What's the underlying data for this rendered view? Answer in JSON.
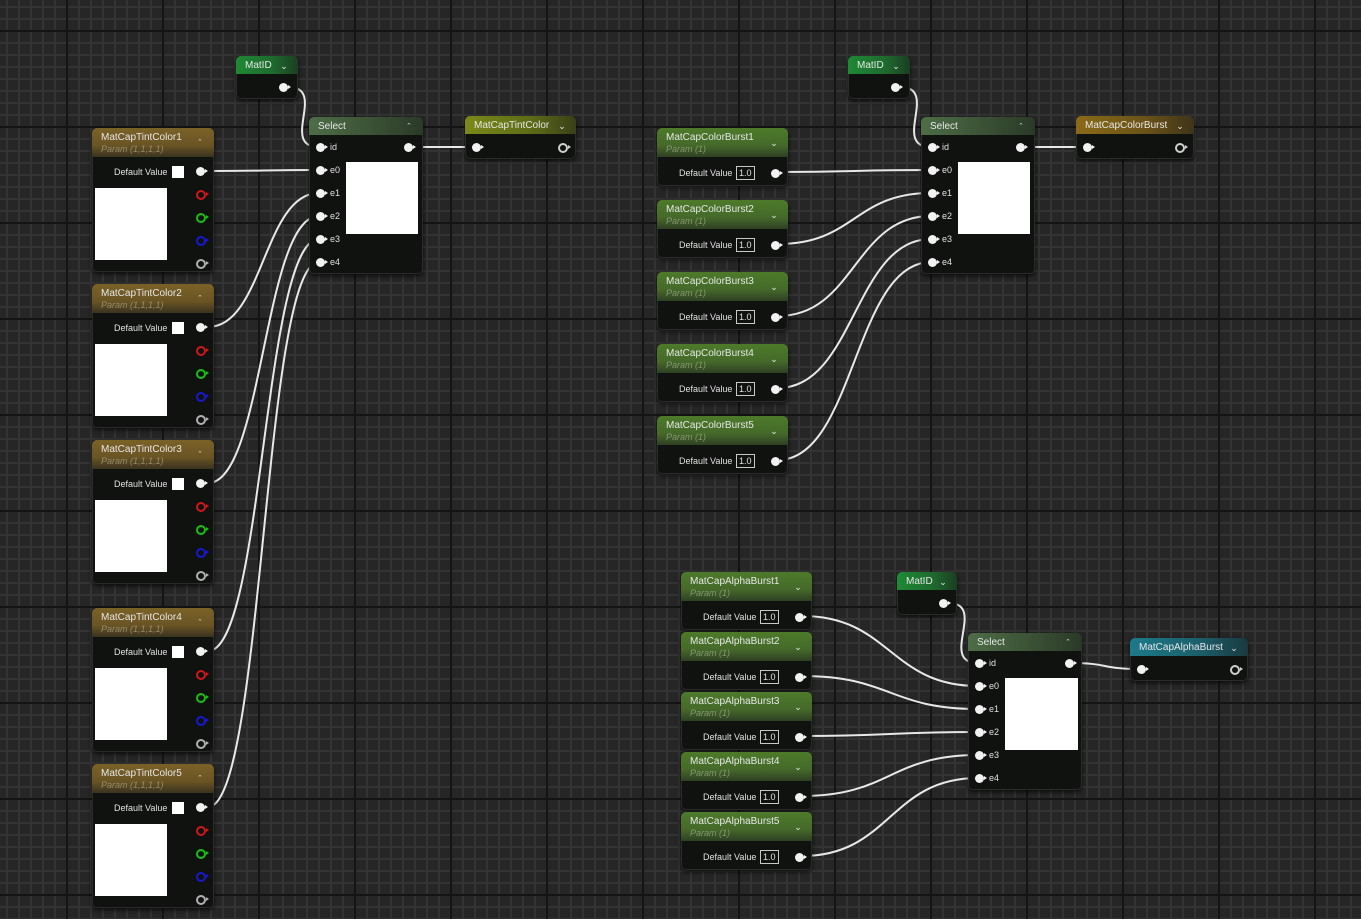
{
  "graph": {
    "tint_group": {
      "matid": {
        "title": "MatID"
      },
      "select": {
        "title": "Select",
        "pins": [
          "id",
          "e0",
          "e1",
          "e2",
          "e3",
          "e4"
        ]
      },
      "output": {
        "title": "MatCapTintColor"
      },
      "params": [
        {
          "title": "MatCapTintColor1",
          "subtitle": "Param (1,1,1,1)",
          "default_label": "Default Value",
          "default_color": "#ffffff"
        },
        {
          "title": "MatCapTintColor2",
          "subtitle": "Param (1,1,1,1)",
          "default_label": "Default Value",
          "default_color": "#ffffff"
        },
        {
          "title": "MatCapTintColor3",
          "subtitle": "Param (1,1,1,1)",
          "default_label": "Default Value",
          "default_color": "#ffffff"
        },
        {
          "title": "MatCapTintColor4",
          "subtitle": "Param (1,1,1,1)",
          "default_label": "Default Value",
          "default_color": "#ffffff"
        },
        {
          "title": "MatCapTintColor5",
          "subtitle": "Param (1,1,1,1)",
          "default_label": "Default Value",
          "default_color": "#ffffff"
        }
      ]
    },
    "colorburst_group": {
      "matid": {
        "title": "MatID"
      },
      "select": {
        "title": "Select",
        "pins": [
          "id",
          "e0",
          "e1",
          "e2",
          "e3",
          "e4"
        ]
      },
      "output": {
        "title": "MatCapColorBurst"
      },
      "params": [
        {
          "title": "MatCapColorBurst1",
          "subtitle": "Param (1)",
          "default_label": "Default Value",
          "value": "1.0"
        },
        {
          "title": "MatCapColorBurst2",
          "subtitle": "Param (1)",
          "default_label": "Default Value",
          "value": "1.0"
        },
        {
          "title": "MatCapColorBurst3",
          "subtitle": "Param (1)",
          "default_label": "Default Value",
          "value": "1.0"
        },
        {
          "title": "MatCapColorBurst4",
          "subtitle": "Param (1)",
          "default_label": "Default Value",
          "value": "1.0"
        },
        {
          "title": "MatCapColorBurst5",
          "subtitle": "Param (1)",
          "default_label": "Default Value",
          "value": "1.0"
        }
      ]
    },
    "alphaburst_group": {
      "matid": {
        "title": "MatID"
      },
      "select": {
        "title": "Select",
        "pins": [
          "id",
          "e0",
          "e1",
          "e2",
          "e3",
          "e4"
        ]
      },
      "output": {
        "title": "MatCapAlphaBurst"
      },
      "params": [
        {
          "title": "MatCapAlphaBurst1",
          "subtitle": "Param (1)",
          "default_label": "Default Value",
          "value": "1.0"
        },
        {
          "title": "MatCapAlphaBurst2",
          "subtitle": "Param (1)",
          "default_label": "Default Value",
          "value": "1.0"
        },
        {
          "title": "MatCapAlphaBurst3",
          "subtitle": "Param (1)",
          "default_label": "Default Value",
          "value": "1.0"
        },
        {
          "title": "MatCapAlphaBurst4",
          "subtitle": "Param (1)",
          "default_label": "Default Value",
          "value": "1.0"
        },
        {
          "title": "MatCapAlphaBurst5",
          "subtitle": "Param (1)",
          "default_label": "Default Value",
          "value": "1.0"
        }
      ]
    },
    "icons": {
      "collapse": "chevron-up-icon",
      "expand": "chevron-down-icon",
      "pin": "exec-pin-icon"
    },
    "colors": {
      "param_vector_header": "#7a6227",
      "param_scalar_header": "#4d7b2a",
      "matid_header": "#1e8a34",
      "select_header": "#4d6d47",
      "tint_output_header": "#7b8a18",
      "colorburst_output_header": "#8a6a18",
      "alphaburst_output_header": "#1c7a8a",
      "wire": "#e8e8e8"
    }
  }
}
